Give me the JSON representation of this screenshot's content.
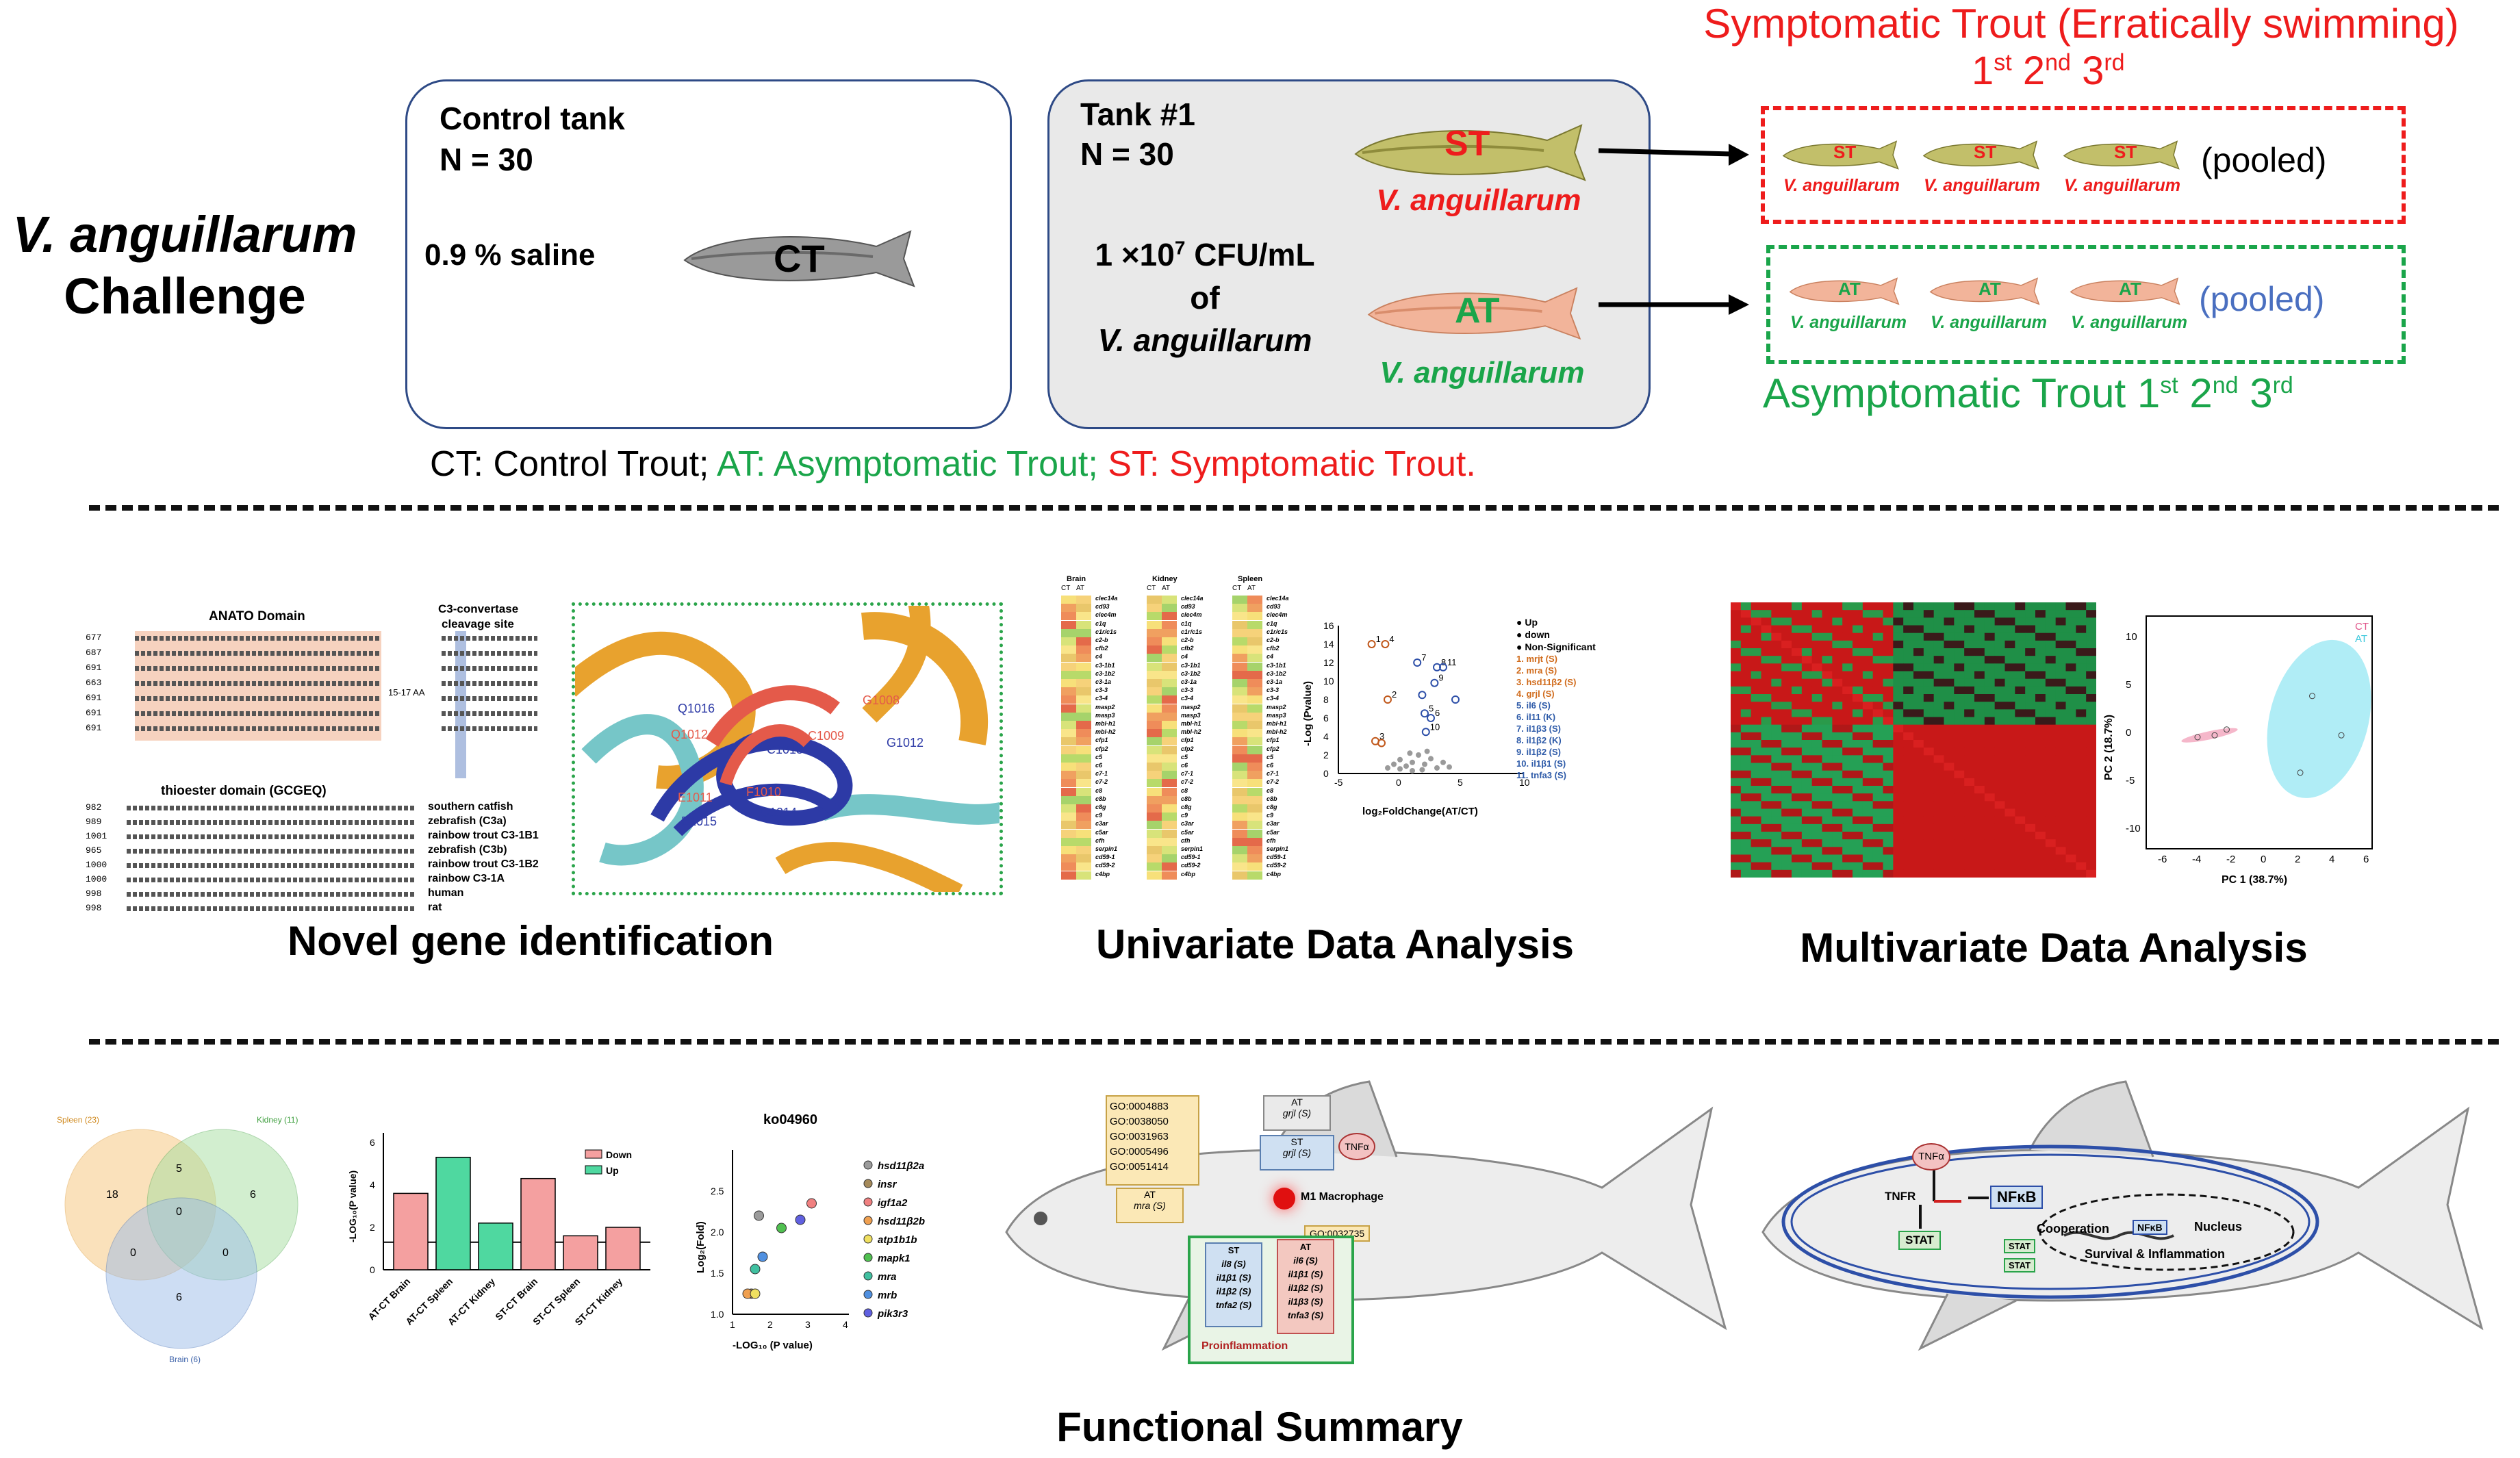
{
  "challenge": {
    "title_italic": "V. anguillarum",
    "title_plain": "Challenge"
  },
  "control_tank": {
    "title": "Control tank",
    "n": "N = 30",
    "treatment": "0.9 % saline",
    "fish_label": "CT"
  },
  "tank1": {
    "title": "Tank #1",
    "n": "N = 30",
    "dose_prefix": "1 ×10",
    "dose_exp": "7",
    "dose_unit": " CFU/mL",
    "of": "of",
    "pathogen": "V. anguillarum",
    "st_label": "ST",
    "st_pathogen": "V. anguillarum",
    "at_label": "AT",
    "at_pathogen": "V. anguillarum"
  },
  "symptomatic": {
    "title": "Symptomatic Trout (Erratically swimming)",
    "ord1": "1",
    "sup1": "st",
    "ord2": "2",
    "sup2": "nd",
    "ord3": "3",
    "sup3": "rd",
    "fish_label": "ST",
    "fish_pathogen": "V. anguillarum",
    "pooled": "(pooled)"
  },
  "asymptomatic": {
    "title": "Asymptomatic Trout",
    "ord1": "1",
    "sup1": "st",
    "ord2": "2",
    "sup2": "nd",
    "ord3": "3",
    "sup3": "rd",
    "fish_label": "AT",
    "fish_pathogen": "V. anguillarum",
    "pooled": "(pooled)"
  },
  "legend_line": {
    "ct": "CT: Control Trout;",
    "at": "AT: Asymptomatic Trout;",
    "st": "ST: Symptomatic Trout."
  },
  "novel": {
    "section_title": "Novel gene identification",
    "anato_title": "ANATO Domain",
    "c3_title": "C3-convertase",
    "c3_sub": "cleavage site",
    "aa_note": "15-17 AA",
    "thioester_title": "thioester domain (GCGEQ)",
    "seq_numbers": [
      "677",
      "687",
      "691",
      "663",
      "691",
      "691",
      "691"
    ],
    "species": [
      "southern catfish",
      "zebrafish (C3a)",
      "rainbow trout C3-1B1",
      "zebrafish (C3b)",
      "rainbow trout C3-1B2",
      "rainbow C3-1A",
      "human",
      "rat"
    ],
    "thio_numbers": [
      "982",
      "989",
      "1001",
      "965",
      "1000",
      "1000",
      "998",
      "998"
    ],
    "residues": [
      "Q1016",
      "Q1012",
      "C1009",
      "G1008",
      "G1012",
      "E1011",
      "E1015",
      "C1013",
      "F1010",
      "G1014"
    ]
  },
  "univariate": {
    "section_title": "Univariate Data Analysis",
    "tissues": [
      "Brain",
      "Kidney",
      "Spleen"
    ],
    "cols": [
      "CT",
      "AT"
    ],
    "genes": [
      "clec14a",
      "cd93",
      "clec4m",
      "c1q",
      "c1r/c1s",
      "c2-b",
      "cfb2",
      "c4",
      "c3-1b1",
      "c3-1b2",
      "c3-1a",
      "c3-3",
      "c3-4",
      "masp2",
      "masp3",
      "mbl-h1",
      "mbl-h2",
      "cfp1",
      "cfp2",
      "c5",
      "c6",
      "c7-1",
      "c7-2",
      "c8",
      "c8b",
      "c8g",
      "c9",
      "c3ar",
      "c5ar",
      "cfh",
      "serpin1",
      "cd59-1",
      "cd59-2",
      "c4bp"
    ],
    "volcano_legend": [
      "Up",
      "down",
      "Non-Significant"
    ],
    "volcano_genes": [
      "1. mrjt (S)",
      "2. mra (S)",
      "3. hsd11β2 (S)",
      "4. grjl (S)",
      "5. il6 (S)",
      "6. il11 (K)",
      "7. il1β3 (S)",
      "8. il1β2 (K)",
      "9. il1β2 (S)",
      "10. il1β1 (S)",
      "11. tnfa3 (S)"
    ],
    "volcano_xlabel": "log₂FoldChange(AT/CT)",
    "volcano_ylabel": "-Log (Pvalue)",
    "volcano_xticks": [
      "-5",
      "0",
      "5",
      "10"
    ],
    "volcano_yticks": [
      "0",
      "2",
      "4",
      "6",
      "8",
      "10",
      "12",
      "14",
      "16"
    ]
  },
  "multivariate": {
    "section_title": "Multivariate Data Analysis",
    "pca_legend": [
      "CT",
      "AT"
    ],
    "pca_xlabel": "PC 1 (38.7%)",
    "pca_ylabel": "PC 2 (18.7%)",
    "pca_xticks": [
      "-6",
      "-4",
      "-2",
      "0",
      "2",
      "4",
      "6"
    ],
    "pca_yticks": [
      "10",
      "5",
      "0",
      "-5",
      "-10"
    ]
  },
  "functional": {
    "section_title": "Functional Summary",
    "venn": {
      "labels": [
        "Spleen (23)",
        "Kidney (11)",
        "Brain (6)"
      ],
      "values": [
        "18",
        "5",
        "6",
        "0",
        "0",
        "0",
        "6"
      ]
    },
    "bar": {
      "ylabel": "-LOG₁₀(P value)",
      "legend": [
        "Down",
        "Up"
      ],
      "categories": [
        "AT-CT Brain",
        "AT-CT Spleen",
        "AT-CT Kidney",
        "ST-CT Brain",
        "ST-CT Spleen",
        "ST-CT Kidney"
      ],
      "yticks": [
        "0",
        "2",
        "4",
        "6"
      ]
    },
    "kegg": {
      "title": "ko04960",
      "xlabel": "-LOG₁₀ (P value)",
      "ylabel": "Log₂(Fold)",
      "xticks": [
        "1",
        "2",
        "3",
        "4"
      ],
      "yticks": [
        "1.0",
        "1.5",
        "2.0",
        "2.5"
      ],
      "genes": [
        "hsd11β2a",
        "insr",
        "igf1a2",
        "hsd11β2b",
        "atp1b1b",
        "mapk1",
        "mra",
        "mrb",
        "pik3r3"
      ]
    },
    "pathway": {
      "go_terms": [
        "GO:0004883",
        "GO:0038050",
        "GO:0031963",
        "GO:0005496",
        "GO:0051414"
      ],
      "at_grjl": "AT",
      "grjl": "grjl (S)",
      "st_grjl": "ST",
      "st_grjl_gene": "grjl (S)",
      "tnf": "TNFα",
      "at_mra": "AT",
      "mra": "mra (S)",
      "m1": "M1 Macrophage",
      "go2": "GO:0032735",
      "st_box": [
        "ST",
        "il8 (S)",
        "il1β1 (S)",
        "il1β2 (S)",
        "tnfa2 (S)"
      ],
      "at_box": [
        "AT",
        "il6 (S)",
        "il1β1 (S)",
        "il1β2 (S)",
        "il1β3 (S)",
        "tnfa3 (S)"
      ],
      "proinflammation": "Proinflammation"
    },
    "cell": {
      "tnf": "TNFα",
      "tnfr": "TNFR",
      "nfkb": "NFκB",
      "stat": "STAT",
      "cooperation": "Cooperation",
      "nucleus": "Nucleus",
      "survival": "Survival & Inflammation"
    }
  }
}
